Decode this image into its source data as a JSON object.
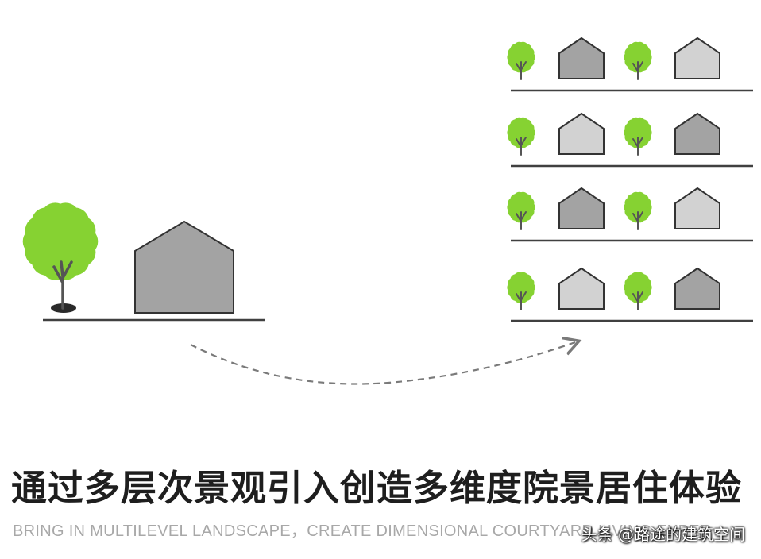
{
  "colors": {
    "tree_green": "#86d232",
    "trunk": "#555555",
    "house_dark": "#a3a3a3",
    "house_light": "#d2d2d2",
    "outline": "#333333",
    "ground": "#404040",
    "arrow": "#7a7a7a"
  },
  "diagram": {
    "single_level": {
      "elements": [
        "tree",
        "house-dark"
      ]
    },
    "multi_level": {
      "levels": [
        {
          "house_shades": [
            "dark",
            "light"
          ]
        },
        {
          "house_shades": [
            "light",
            "dark"
          ]
        },
        {
          "house_shades": [
            "dark",
            "light"
          ]
        },
        {
          "house_shades": [
            "light",
            "dark"
          ]
        }
      ]
    },
    "connector": "dashed-curved-arrow"
  },
  "caption": {
    "title": "通过多层次景观引入创造多维度院景居住体验",
    "subtitle": "BRING IN MULTILEVEL LANDSCAPE，CREATE DIMENSIONAL COURTYARD LIVING EXPERIENCE"
  },
  "watermark": "头条 @路途的建筑空间"
}
